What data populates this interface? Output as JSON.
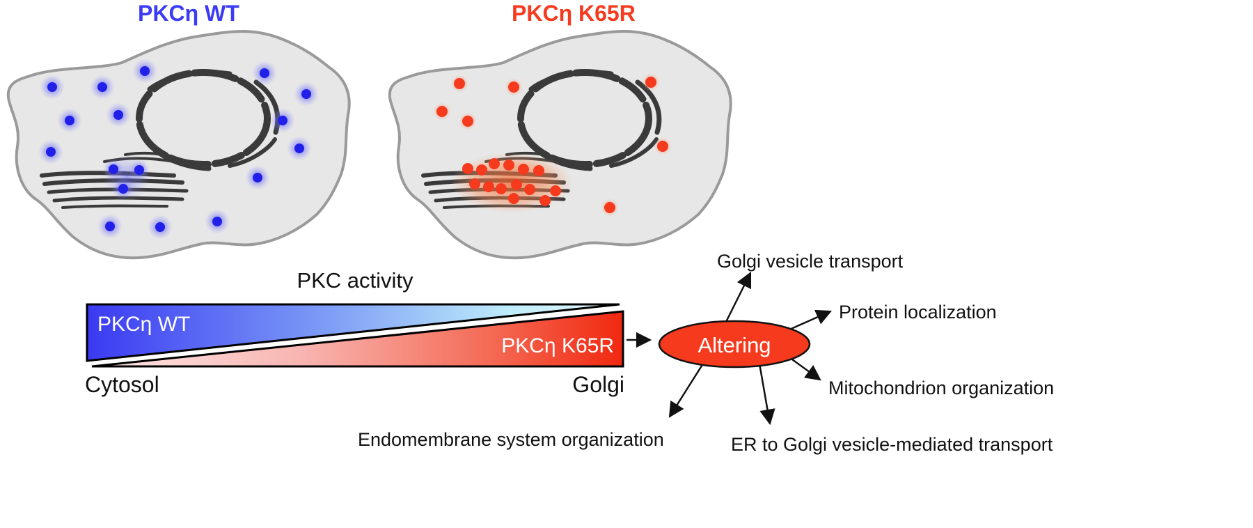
{
  "panels": {
    "wt_title": "PKCη WT",
    "k65r_title": "PKCη K65R"
  },
  "gradient": {
    "activity_label": "PKC activity",
    "wt_label": "PKCη WT",
    "k65r_label": "PKCη K65R",
    "left_axis": "Cytosol",
    "right_axis": "Golgi"
  },
  "outcome": {
    "center": "Altering",
    "targets": [
      "Golgi vesicle transport",
      "Protein localization",
      "Mitochondrion organization",
      "ER to Golgi vesicle-mediated transport",
      "Endomembrane system organization"
    ]
  },
  "colors": {
    "wt": "#3b3bf5",
    "k65r": "#f53a1e",
    "cell_fill": "#e7e7e7",
    "cell_stroke": "#9a9a9a",
    "organelle": "#3a3a3a"
  }
}
